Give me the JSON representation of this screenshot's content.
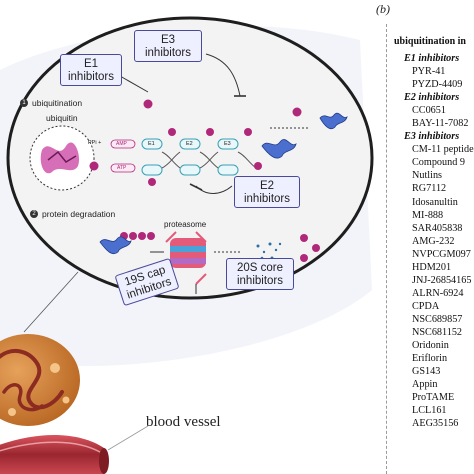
{
  "panel_letter": "(b)",
  "diagram": {
    "boxes": {
      "e1": [
        "E1",
        "inhibitors"
      ],
      "e3": [
        "E3",
        "inhibitors"
      ],
      "e2": [
        "E2",
        "inhibitors"
      ],
      "cap19s": [
        "19S cap",
        "inhibitors"
      ],
      "core20s": [
        "20S core",
        "inhibitors"
      ]
    },
    "steps": {
      "step1_number": "1",
      "step1_label": "ubiquitination",
      "step2_number": "2",
      "step2_label": "protein degradation"
    },
    "labels": {
      "ubiquitin": "ubiquitin",
      "proteasome": "proteasome",
      "ppi": "PPi +",
      "amp": "AMP",
      "atp": "ATP",
      "e1_node": "E1",
      "e2_node": "E2",
      "e3_node": "E3",
      "blood_vessel": "blood vessel"
    }
  },
  "sidebar": {
    "title": "ubiquitination in",
    "items": [
      {
        "type": "group",
        "text": "E1 inhibitors"
      },
      {
        "type": "drug",
        "text": "PYR-41"
      },
      {
        "type": "drug",
        "text": "PYZD-4409"
      },
      {
        "type": "group",
        "text": "E2 inhibitors"
      },
      {
        "type": "drug",
        "text": "CC0651"
      },
      {
        "type": "drug",
        "text": "BAY-11-7082"
      },
      {
        "type": "group",
        "text": "E3 inhibitors"
      },
      {
        "type": "drug",
        "text": "CM-11 peptide"
      },
      {
        "type": "drug",
        "text": "Compound 9"
      },
      {
        "type": "drug",
        "text": "Nutlins"
      },
      {
        "type": "drug",
        "text": "RG7112"
      },
      {
        "type": "drug",
        "text": "Idosanultin"
      },
      {
        "type": "drug",
        "text": "MI-888"
      },
      {
        "type": "drug",
        "text": "SAR405838"
      },
      {
        "type": "drug",
        "text": "AMG-232"
      },
      {
        "type": "drug",
        "text": "NVPCGM097"
      },
      {
        "type": "drug",
        "text": "HDM201"
      },
      {
        "type": "drug",
        "text": "JNJ-26854165"
      },
      {
        "type": "drug",
        "text": "ALRN-6924"
      },
      {
        "type": "drug",
        "text": "CPDA"
      },
      {
        "type": "drug",
        "text": "NSC689857"
      },
      {
        "type": "drug",
        "text": "NSC681152"
      },
      {
        "type": "drug",
        "text": "Oridonin"
      },
      {
        "type": "drug",
        "text": "Eriflorin"
      },
      {
        "type": "drug",
        "text": "GS143"
      },
      {
        "type": "drug",
        "text": "Appin"
      },
      {
        "type": "drug",
        "text": "ProTAME"
      },
      {
        "type": "drug",
        "text": "LCL161"
      },
      {
        "type": "drug",
        "text": "AEG35156"
      }
    ]
  },
  "colors": {
    "ubiquitin_magenta": "#b0287a",
    "ellipse_fill": "#f3f3f3",
    "box_border": "#4a4a9a",
    "box_fill": "#eef0ff",
    "tissue": "#c9772a",
    "vessel_red": "#a8323a"
  }
}
